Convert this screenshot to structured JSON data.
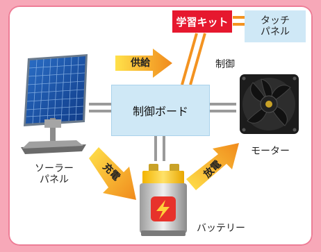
{
  "diagram": {
    "nodes": {
      "board": "制御ボード",
      "kit": "学習キット",
      "touch_line1": "タッチ",
      "touch_line2": "パネル",
      "solar_line1": "ソーラー",
      "solar_line2": "パネル",
      "fan": "モーター",
      "battery": "バッテリー"
    },
    "arrow_labels": {
      "supply": "供給",
      "control": "制御",
      "charge": "充電",
      "discharge": "放電"
    },
    "colors": {
      "frame_pink": "#f7a8b8",
      "board_fill": "#cfe8f6",
      "kit_red": "#e6182e",
      "arrow_orange": "#f39321",
      "arrow_yellow": "#f8d21a",
      "connector_gray": "#9a9a9a",
      "battery_red": "#e7322b"
    },
    "icons": {
      "solar_panel": "solar-panel-icon",
      "fan": "fan-icon",
      "battery": "battery-icon",
      "lightning": "lightning-icon"
    }
  }
}
